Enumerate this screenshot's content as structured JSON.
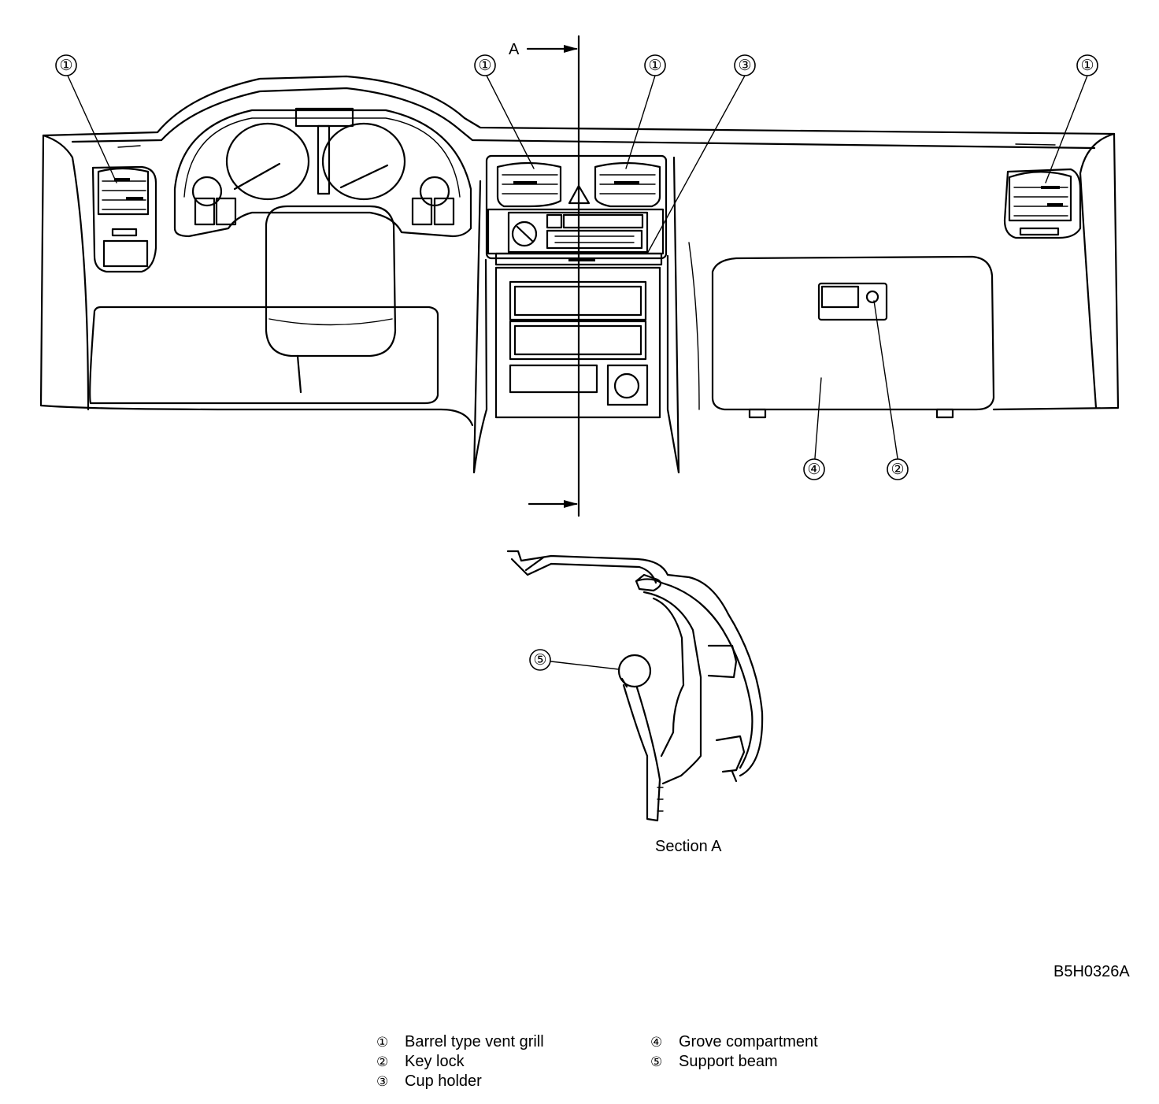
{
  "section_marker": "A",
  "section_caption": "Section A",
  "figure_code": "B5H0326A",
  "callouts": [
    {
      "id": "c1a",
      "label": "①"
    },
    {
      "id": "c1b",
      "label": "①"
    },
    {
      "id": "c1c",
      "label": "①"
    },
    {
      "id": "c1d",
      "label": "①"
    },
    {
      "id": "c2",
      "label": "②"
    },
    {
      "id": "c3",
      "label": "③"
    },
    {
      "id": "c4",
      "label": "④"
    },
    {
      "id": "c5",
      "label": "⑤"
    }
  ],
  "legend": [
    {
      "symbol": "①",
      "text": "Barrel type vent grill"
    },
    {
      "symbol": "②",
      "text": "Key lock"
    },
    {
      "symbol": "③",
      "text": "Cup holder"
    },
    {
      "symbol": "④",
      "text": "Grove compartment"
    },
    {
      "symbol": "⑤",
      "text": "Support beam"
    }
  ]
}
